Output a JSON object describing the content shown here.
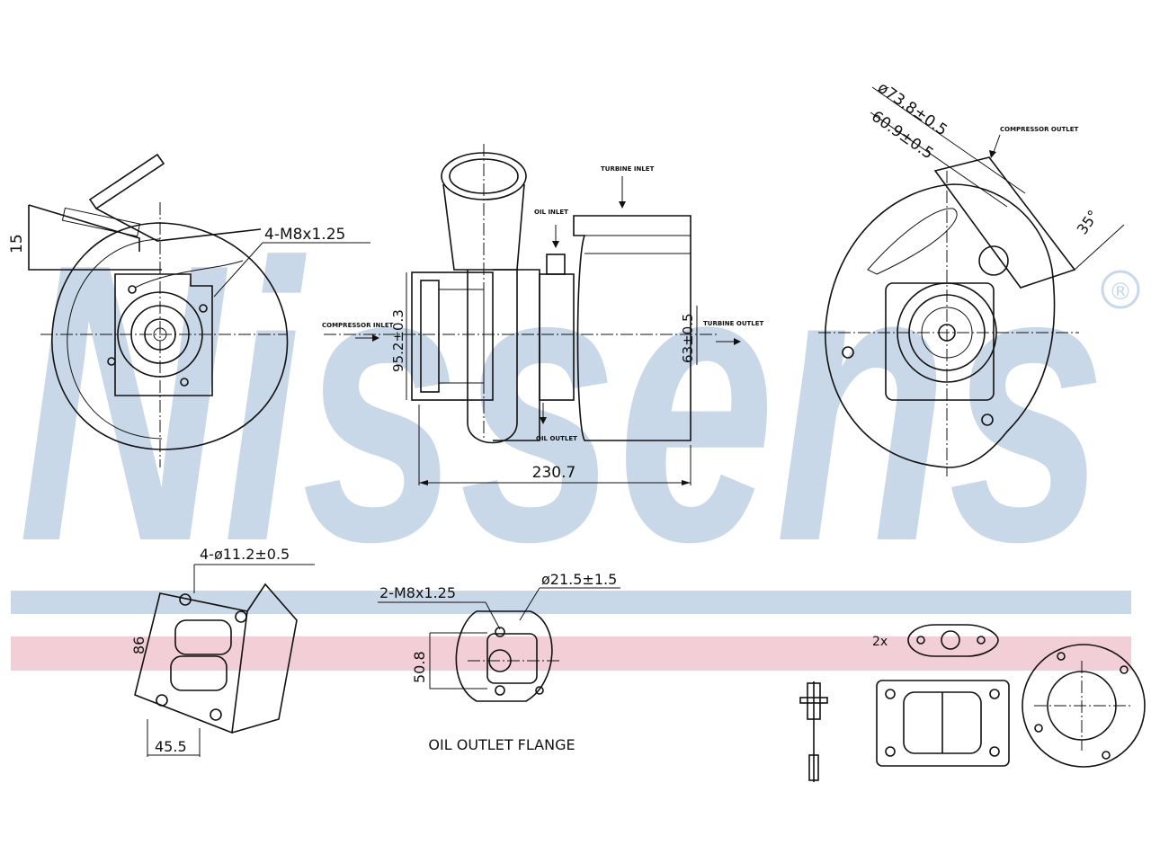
{
  "watermark": {
    "brand": "Nissens",
    "registered_mark": "®",
    "blue": "#c9d8e8",
    "pink": "#f2cfd7"
  },
  "front_view": {
    "thread_label": "4-M8x1.25",
    "dim_left": "15"
  },
  "side_view": {
    "compressor_inlet": "COMPRESSOR INLET",
    "turbine_inlet": "TURBINE INLET",
    "turbine_outlet": "TURBINE OUTLET",
    "oil_inlet": "OIL INLET",
    "oil_outlet": "OIL OUTLET",
    "dim_compressor_dia": "95.2±0.3",
    "dim_turbine_dia": "63±0.5",
    "dim_length": "230.7"
  },
  "rear_view": {
    "dia_outer": "ø73.8±0.5",
    "dia_inner": "60.9±0.5",
    "compressor_outlet": "COMPRESSOR OUTLET",
    "angle": "35°"
  },
  "turbine_flange": {
    "holes": "4-ø11.2±0.5",
    "dim_height": "86",
    "dim_width": "45.5"
  },
  "oil_flange": {
    "thread": "2-M8x1.25",
    "dia": "ø21.5±1.5",
    "dim_height": "50.8",
    "caption": "OIL OUTLET FLANGE"
  },
  "gaskets": {
    "qty": "2x"
  }
}
